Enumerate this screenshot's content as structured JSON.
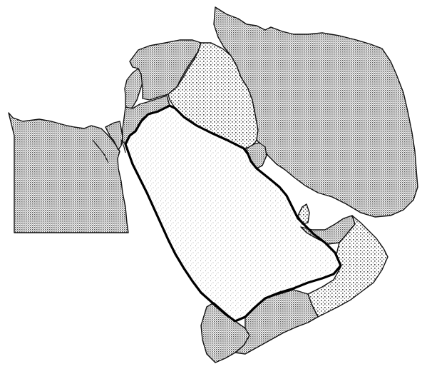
{
  "map": {
    "style": "outline-map",
    "title": "",
    "labels": [],
    "fills": {
      "dense_dots": "#9a9a9a",
      "sparse_dots": "#bdbdbd",
      "light_speckle": "#e4e4e4",
      "background": "#ffffff",
      "outline": "#111111"
    },
    "regions": [
      {
        "id": "egypt",
        "fill": "dense_dots"
      },
      {
        "id": "sinai",
        "fill": "dense_dots"
      },
      {
        "id": "levant",
        "fill": "dense_dots"
      },
      {
        "id": "jordan",
        "fill": "dense_dots"
      },
      {
        "id": "syria",
        "fill": "dense_dots"
      },
      {
        "id": "iraq",
        "fill": "sparse_dots"
      },
      {
        "id": "iran",
        "fill": "dense_dots"
      },
      {
        "id": "kuwait",
        "fill": "dense_dots"
      },
      {
        "id": "saudi-arabia",
        "fill": "light_speckle"
      },
      {
        "id": "uae",
        "fill": "dense_dots"
      },
      {
        "id": "oman",
        "fill": "sparse_dots"
      },
      {
        "id": "yemen-north",
        "fill": "dense_dots"
      },
      {
        "id": "yemen-south",
        "fill": "dense_dots"
      },
      {
        "id": "qatar",
        "fill": "sparse_dots"
      }
    ]
  }
}
